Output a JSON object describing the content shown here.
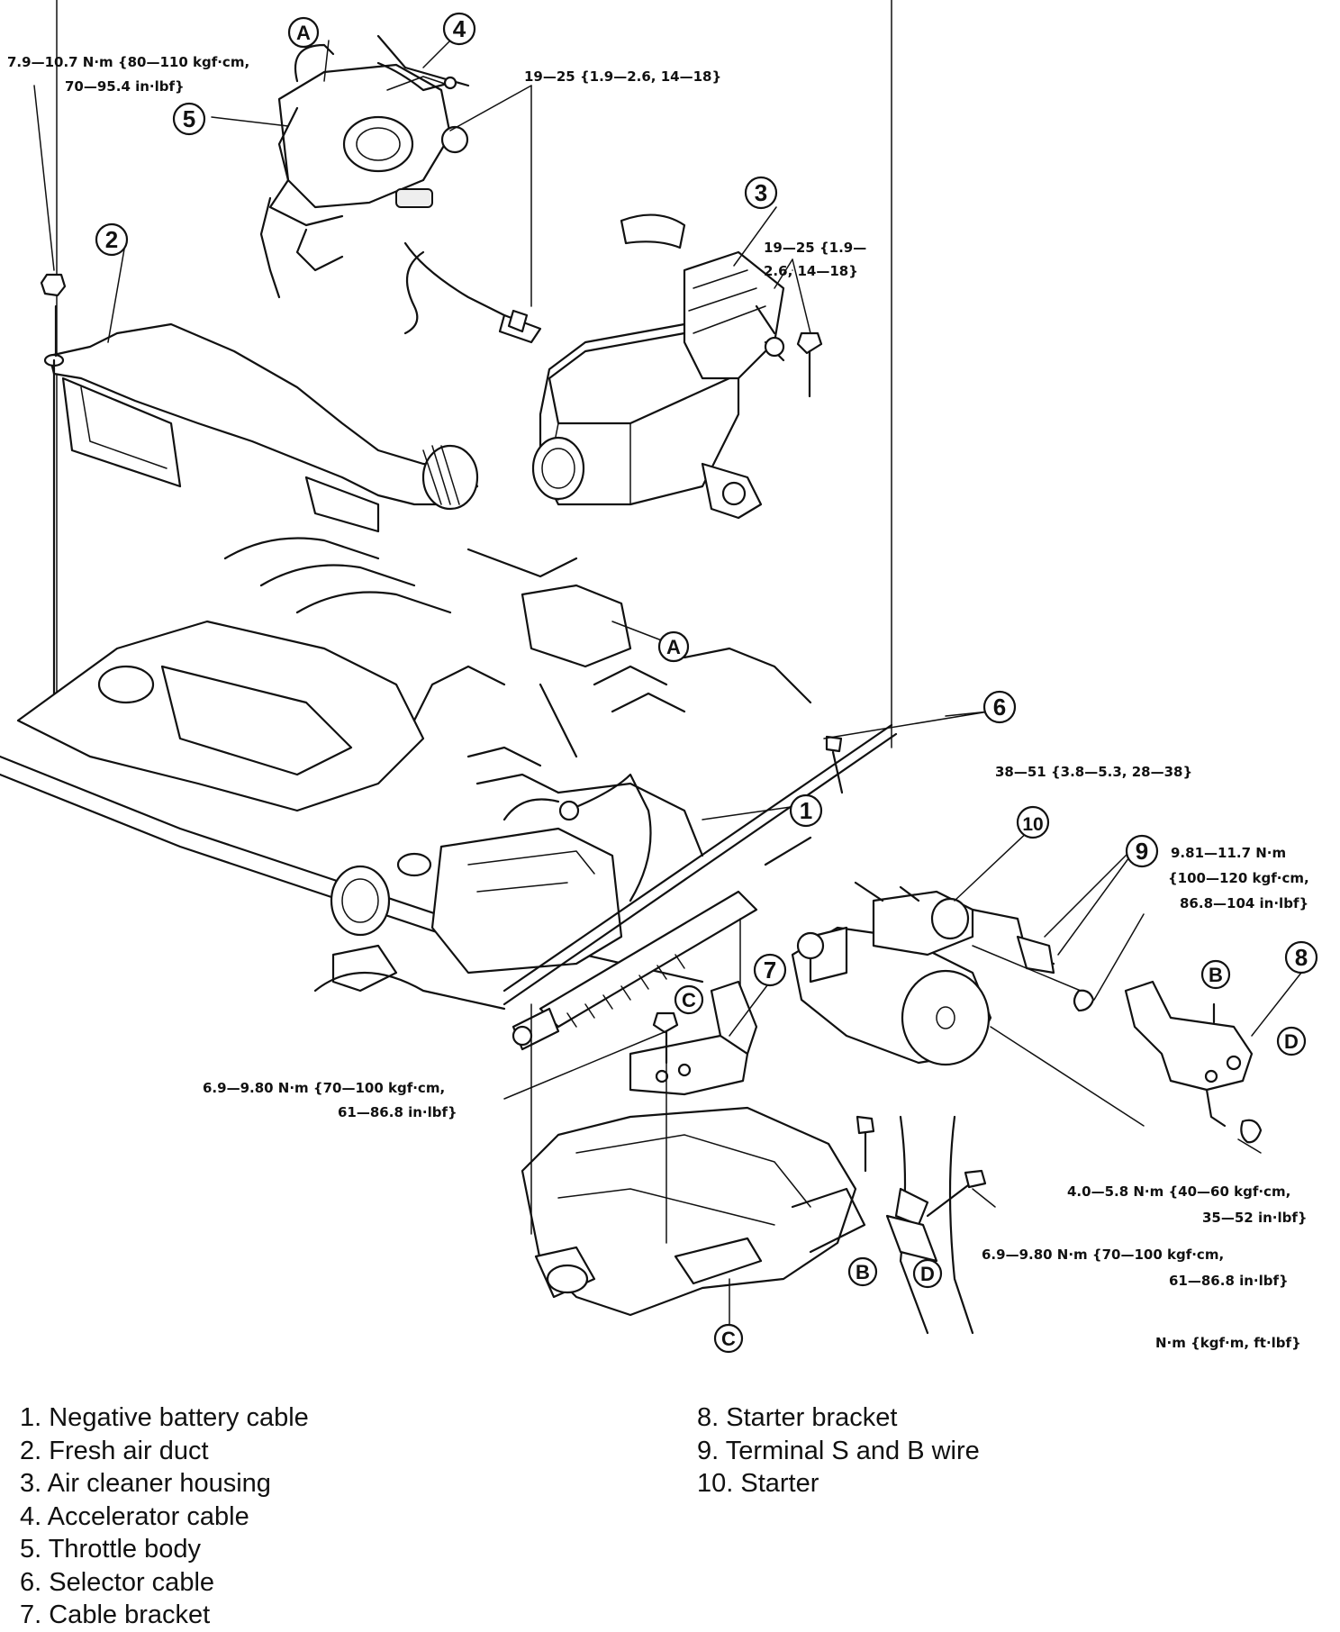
{
  "callouts": {
    "c1": "1",
    "c2": "2",
    "c3": "3",
    "c4": "4",
    "c5": "5",
    "c6": "6",
    "c7": "7",
    "c8": "8",
    "c9": "9",
    "c10": "10",
    "A": "A",
    "B": "B",
    "C": "C",
    "D": "D"
  },
  "torque_specs": {
    "t1_line1": "7.9—10.7 N·m {80—110 kgf·cm,",
    "t1_line2": "70—95.4 in·lbf}",
    "t2": "19—25 {1.9—2.6, 14—18}",
    "t3_line1": "19—25 {1.9—",
    "t3_line2": "2.6, 14—18}",
    "t4": "38—51 {3.8—5.3, 28—38}",
    "t5_line1": "9.81—11.7 N·m",
    "t5_line2": "{100—120 kgf·cm,",
    "t5_line3": "86.8—104 in·lbf}",
    "t6_line1": "6.9—9.80 N·m {70—100 kgf·cm,",
    "t6_line2": "61—86.8 in·lbf}",
    "t7_line1": "4.0—5.8 N·m {40—60 kgf·cm,",
    "t7_line2": "35—52 in·lbf}",
    "t8_line1": "6.9—9.80 N·m {70—100 kgf·cm,",
    "t8_line2": "61—86.8 in·lbf}",
    "units": "N·m {kgf·m, ft·lbf}"
  },
  "legend": {
    "left": [
      "1. Negative battery cable",
      "2. Fresh air duct",
      "3. Air cleaner housing",
      "4. Accelerator cable",
      "5. Throttle body",
      "6. Selector cable",
      "7. Cable bracket"
    ],
    "right": [
      "8. Starter bracket",
      "9. Terminal S and B wire",
      "10. Starter"
    ]
  }
}
